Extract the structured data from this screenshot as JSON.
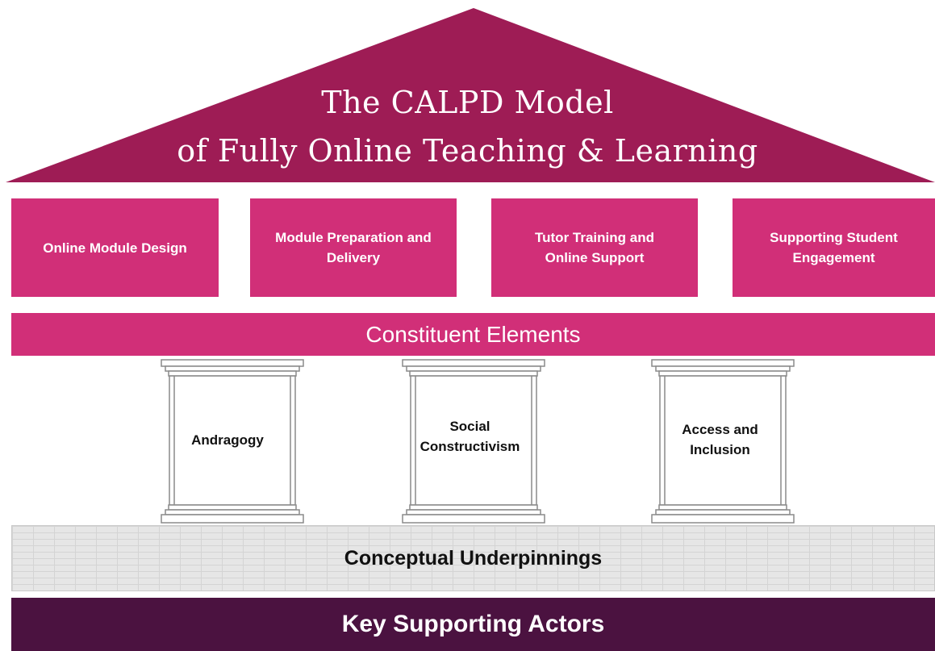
{
  "roof": {
    "title_line1": "The CALPD Model",
    "title_line2": "of Fully Online Teaching & Learning",
    "color": "#9e1c55"
  },
  "elements": [
    {
      "label": "Online Module Design"
    },
    {
      "label": "Module Preparation and Delivery"
    },
    {
      "label": "Tutor Training and Online Support"
    },
    {
      "label": "Supporting Student Engagement"
    }
  ],
  "elements_band": {
    "label": "Constituent Elements",
    "color": "#d12f78"
  },
  "pillars": [
    {
      "label": "Andragogy"
    },
    {
      "label": "Social Constructivism"
    },
    {
      "label": "Access and Inclusion"
    }
  ],
  "foundation": {
    "label": "Conceptual Underpinnings"
  },
  "base": {
    "label": "Key Supporting Actors",
    "color": "#4b1240"
  }
}
